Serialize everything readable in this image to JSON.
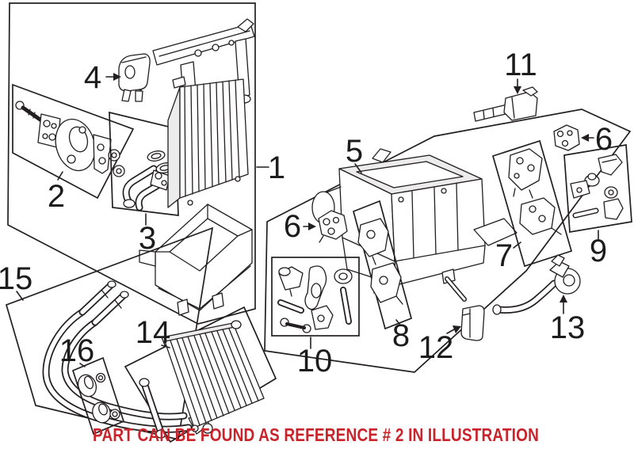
{
  "illustration": {
    "type": "auto-parts-exploded-diagram",
    "background": "#ffffff",
    "line_color": "#231f20",
    "callouts": [
      {
        "id": "1",
        "label": "1"
      },
      {
        "id": "2",
        "label": "2"
      },
      {
        "id": "3",
        "label": "3"
      },
      {
        "id": "4",
        "label": "4"
      },
      {
        "id": "5",
        "label": "5"
      },
      {
        "id": "6a",
        "label": "6"
      },
      {
        "id": "6b",
        "label": "6"
      },
      {
        "id": "7",
        "label": "7"
      },
      {
        "id": "8",
        "label": "8"
      },
      {
        "id": "9",
        "label": "9"
      },
      {
        "id": "10",
        "label": "10"
      },
      {
        "id": "11",
        "label": "11"
      },
      {
        "id": "12",
        "label": "12"
      },
      {
        "id": "13",
        "label": "13"
      },
      {
        "id": "14",
        "label": "14"
      },
      {
        "id": "15",
        "label": "15"
      },
      {
        "id": "16",
        "label": "16"
      }
    ],
    "caption": {
      "text": "PART CAN BE FOUND AS REFERENCE # 2 IN ILLUSTRATION",
      "color": "#c9242b"
    }
  }
}
